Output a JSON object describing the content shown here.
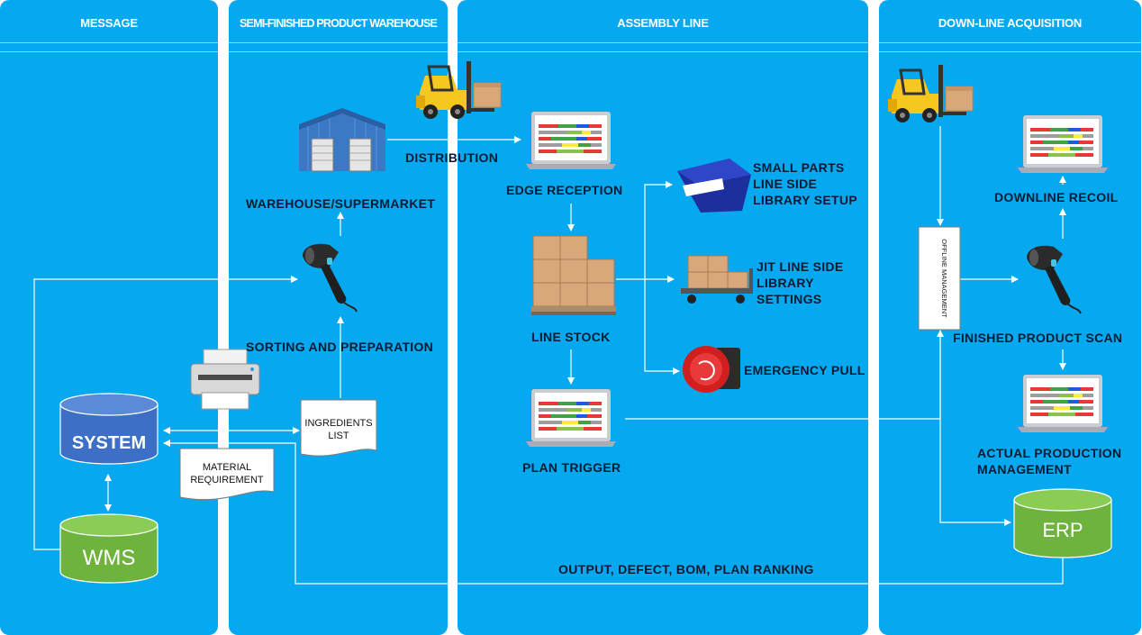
{
  "lanes": [
    {
      "title": "MESSAGE"
    },
    {
      "title": "SEMI-FINISHED PRODUCT WAREHOUSE"
    },
    {
      "title": "ASSEMBLY LINE"
    },
    {
      "title": "DOWN-LINE ACQUISITION"
    }
  ],
  "nodes": {
    "system": "SYSTEM",
    "wms": "WMS",
    "erp": "ERP",
    "material_requirement": [
      "MATERIAL",
      "REQUIREMENT"
    ],
    "ingredients_list": [
      "INGREDIENTS",
      "LIST"
    ],
    "warehouse": "WAREHOUSE/SUPERMARKET",
    "sorting": "SORTING AND PREPARATION",
    "distribution": "DISTRIBUTION",
    "edge_reception": "EDGE RECEPTION",
    "line_stock": "LINE STOCK",
    "plan_trigger": "PLAN TRIGGER",
    "small_parts": [
      "SMALL PARTS",
      "LINE SIDE",
      "LIBRARY SETUP"
    ],
    "jit": [
      "JIT LINE SIDE",
      "LIBRARY",
      "SETTINGS"
    ],
    "emergency_pull": "EMERGENCY PULL",
    "downline_recoil": "DOWNLINE RECOIL",
    "offline_management": "OFFLINE MANAGEMENT",
    "finished_scan": "FINISHED PRODUCT SCAN",
    "actual_production": [
      "ACTUAL PRODUCTION",
      "MANAGEMENT"
    ],
    "bottom_flow": "OUTPUT, DEFECT, BOM, PLAN RANKING"
  },
  "colors": {
    "lane": "#06a9ef",
    "system_db": "#3d6fc6",
    "green_db": "#6fb33f",
    "label": "#071b33"
  },
  "icons": [
    "forklift-icon",
    "warehouse-icon",
    "barcode-scanner-icon",
    "printer-icon",
    "laptop-icon",
    "boxes-icon",
    "parts-bin-icon",
    "cart-icon",
    "emergency-button-icon",
    "database-icon",
    "document-icon"
  ]
}
